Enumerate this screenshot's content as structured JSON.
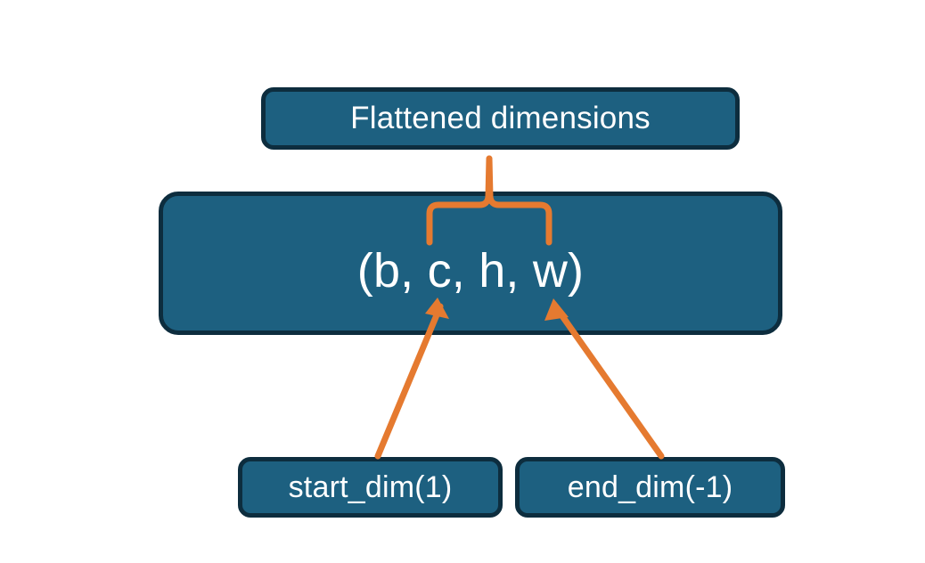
{
  "diagram": {
    "title_node": {
      "label": "Flattened dimensions"
    },
    "shape_node": {
      "label": "(b, c, h, w)"
    },
    "param_nodes": [
      {
        "label": "start_dim(1)"
      },
      {
        "label": "end_dim(-1)"
      }
    ],
    "annotations": {
      "brace_name": "flattened-range-brace",
      "arrow_start_name": "start-dim-arrow",
      "arrow_end_name": "end-dim-arrow"
    },
    "colors": {
      "node_fill": "#1d6080",
      "node_border": "#0d2d3e",
      "node_text": "#ffffff",
      "accent": "#e57a30",
      "background": "#ffffff"
    }
  }
}
